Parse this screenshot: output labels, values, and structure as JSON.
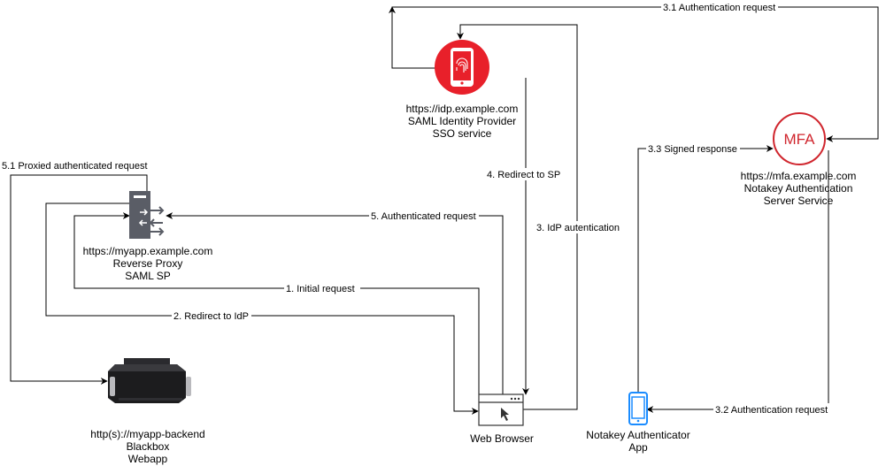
{
  "nodes": {
    "idp": {
      "lines": [
        "https://idp.example.com",
        "SAML Identity Provider",
        "SSO service"
      ],
      "icon": "fingerprint-phone-icon"
    },
    "mfa": {
      "badge": "MFA",
      "lines": [
        "https://mfa.example.com",
        "Notakey Authentication",
        "Server Service"
      ],
      "icon": "mfa-badge-icon"
    },
    "proxy": {
      "lines": [
        "https://myapp.example.com",
        "Reverse Proxy",
        "SAML SP"
      ],
      "icon": "server-proxy-icon"
    },
    "backend": {
      "lines": [
        "http(s)://myapp-backend",
        "Blackbox",
        "Webapp"
      ],
      "icon": "server-box-icon"
    },
    "browser": {
      "lines": [
        "Web Browser"
      ],
      "icon": "browser-window-icon"
    },
    "authenticator": {
      "lines": [
        "Notakey Authenticator",
        "App"
      ],
      "icon": "smartphone-icon"
    }
  },
  "edges": {
    "auth_request_31": "3.1 Authentication request",
    "signed_response_33": "3.3 Signed response",
    "auth_request_32": "3.2 Authentication request",
    "redirect_to_sp_4": "4. Redirect to SP",
    "idp_auth_3": "3. IdP autentication",
    "authenticated_request_5": "5. Authenticated request",
    "proxied_request_51": "5.1 Proxied authenticated request",
    "initial_request_1": "1. Initial request",
    "redirect_to_idp_2": "2. Redirect to IdP"
  },
  "colors": {
    "accent_red": "#e8202a",
    "mfa_red": "#d0262e",
    "server_gray": "#5a5d66",
    "phone_blue": "#1a8cff"
  }
}
